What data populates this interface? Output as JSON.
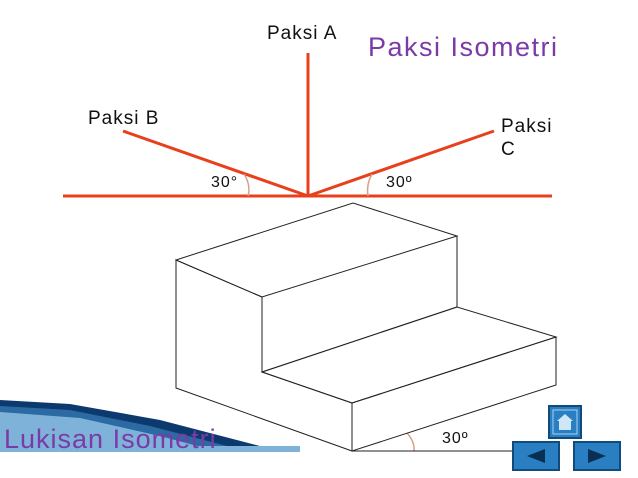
{
  "title": "Paksi Isometri",
  "caption": "Lukisan Isometri",
  "axes": {
    "a_label": "Paksi A",
    "b_label": "Paksi B",
    "c_label_line1": "Paksi",
    "c_label_line2": "C",
    "left_angle": "30°",
    "right_angle": "30º",
    "bottom_angle": "30º"
  },
  "colors": {
    "axis_line": "#e8401c",
    "title_text": "#7a3aa8",
    "nav_button": "#2a7fc2",
    "banner_dark": "#0d3a6e",
    "banner_light": "#7fb2d8"
  },
  "nav": {
    "home_icon": "home-icon",
    "prev_icon": "previous-arrow-icon",
    "next_icon": "next-arrow-icon"
  }
}
